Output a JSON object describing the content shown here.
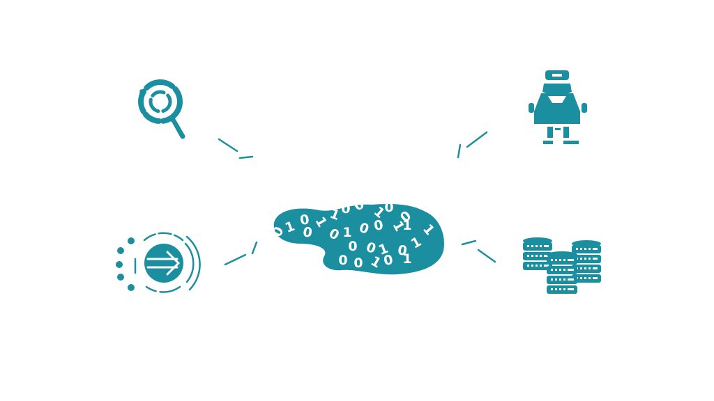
{
  "colors": {
    "accent": "#1b8fa0",
    "background": "#ffffff"
  },
  "diagram": {
    "hub": {
      "name": "binary-data-blob",
      "icon": "binary-data-icon",
      "digits": [
        "0",
        "1",
        "0",
        "1",
        "1",
        "0",
        "0",
        "1",
        "0",
        "0",
        "1",
        "0",
        "1",
        "0",
        "0",
        "1",
        "1",
        "0",
        "0",
        "0",
        "1",
        "0",
        "1",
        "0",
        "0",
        "1",
        "0",
        "1"
      ]
    },
    "nodes": [
      {
        "name": "magnifier-search-node",
        "icon": "magnifier-icon"
      },
      {
        "name": "robot-node",
        "icon": "robot-icon"
      },
      {
        "name": "data-input-node",
        "icon": "arrow-circle-icon"
      },
      {
        "name": "database-node",
        "icon": "database-stack-icon"
      }
    ]
  }
}
